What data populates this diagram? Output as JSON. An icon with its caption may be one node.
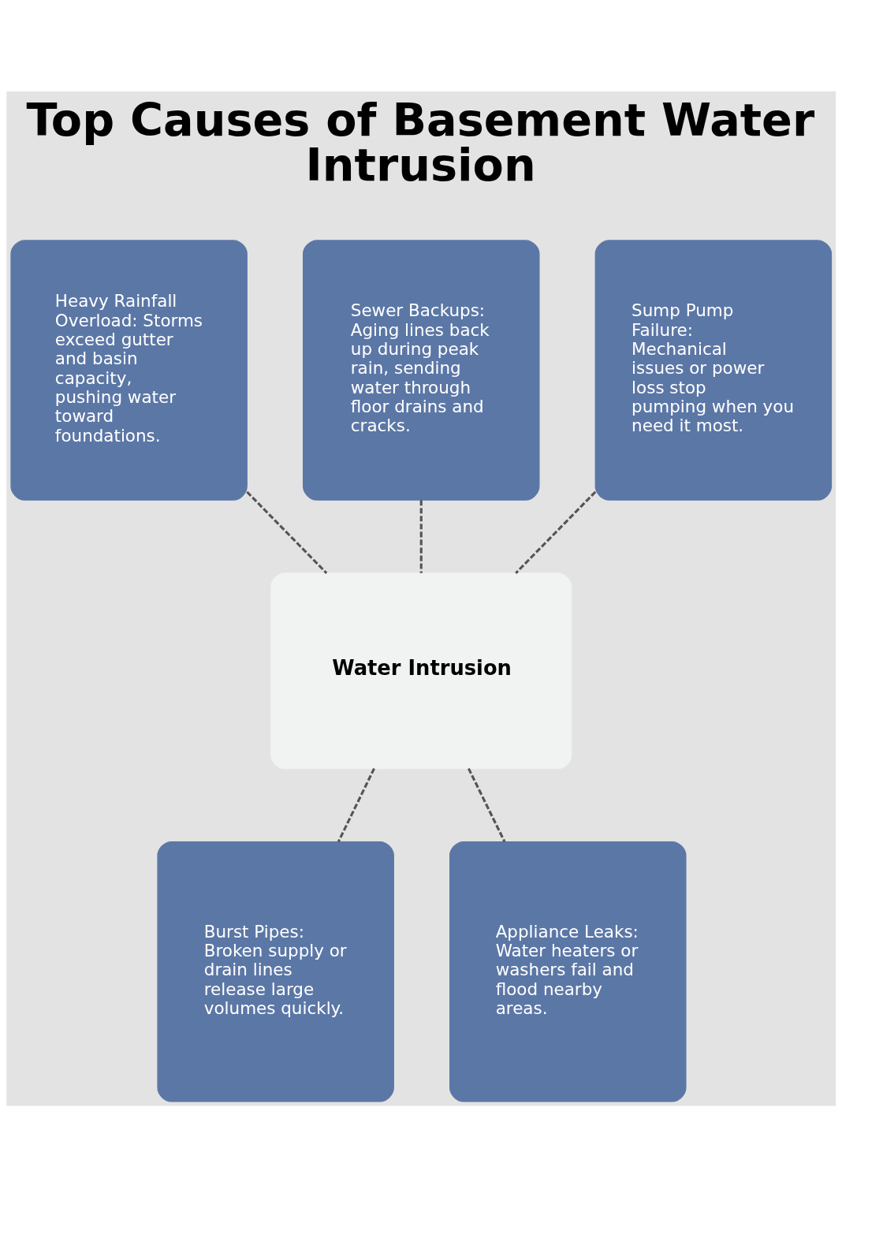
{
  "diagram": {
    "title": "Top Causes of Basement Water Intrusion",
    "nodes": [
      {
        "text": [
          "Heavy Rainfall Overload: Storms exceed gutter and basin capacity, pushing water toward foundations."
        ]
      },
      {
        "text": [
          "Sewer Backups: Aging lines back up during peak rain, sending water through floor drains and cracks."
        ]
      },
      {
        "text": [
          "Sump Pump Failure: Mechanical issues or power loss stop pumping when you need it most."
        ]
      },
      {
        "text": [
          "Water Intrusion"
        ]
      },
      {
        "text": [
          "Burst Pipes: Broken supply or drain lines release large volumes quickly."
        ]
      },
      {
        "text": [
          "Appliance Leaks: Water heaters or washers fail and flood nearby areas."
        ]
      }
    ],
    "edges": [
      {
        "from": 0,
        "to": 3,
        "arrow": "none",
        "style": "dashed"
      },
      {
        "from": 1,
        "to": 3,
        "arrow": "none",
        "style": "dashed"
      },
      {
        "from": 2,
        "to": 3,
        "arrow": "none",
        "style": "dashed"
      },
      {
        "from": 3,
        "to": 4,
        "arrow": "none",
        "style": "dashed"
      },
      {
        "from": 3,
        "to": 5,
        "arrow": "none",
        "style": "dashed"
      }
    ]
  }
}
